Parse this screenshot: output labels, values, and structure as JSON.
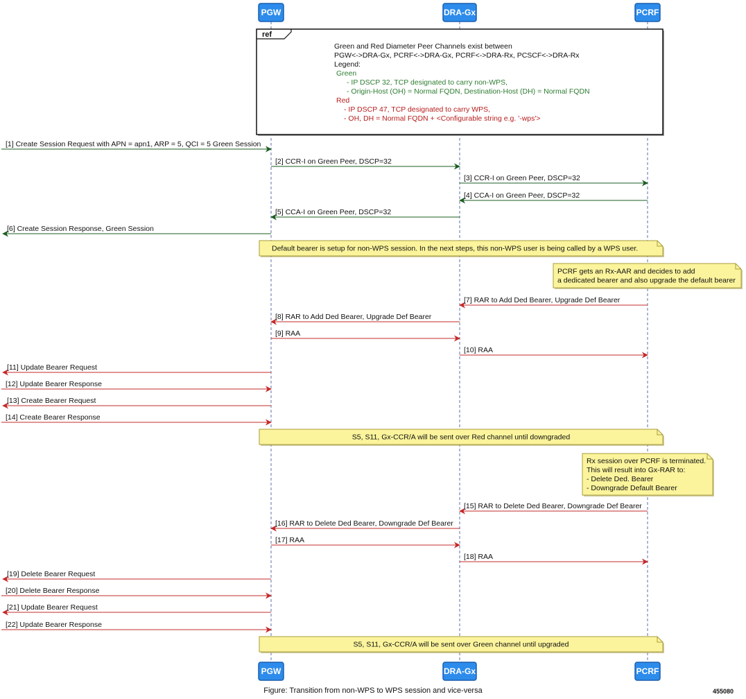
{
  "colors": {
    "green": "#1b5e20",
    "red": "#c62828",
    "lifeline": "#5b6fa8",
    "participant_fill": "#2d8ceb",
    "participant_border": "#1b5fb0",
    "note_fill": "#fbf49c",
    "note_border": "#a89b3c",
    "ref_green_text": "#2e7d32",
    "ref_red_text": "#b71c1c"
  },
  "participants": [
    "PGW",
    "DRA-Gx",
    "PCRF"
  ],
  "ref_box": {
    "tag": "ref",
    "lines": [
      {
        "text": "Green and Red Diameter Peer Channels exist between",
        "color": "black",
        "indent": 0
      },
      {
        "text": "PGW<->DRA-Gx, PCRF<->DRA-Gx, PCRF<->DRA-Rx, PCSCF<->DRA-Rx",
        "color": "black",
        "indent": 0
      },
      {
        "text": "Legend:",
        "color": "black",
        "indent": 0
      },
      {
        "text": "Green",
        "color": "green",
        "indent": 3
      },
      {
        "text": "- IP DSCP 32, TCP designated to carry non-WPS,",
        "color": "green",
        "indent": 18
      },
      {
        "text": "- Origin-Host (OH) = Normal FQDN, Destination-Host (DH) = Normal FQDN",
        "color": "green",
        "indent": 18
      },
      {
        "text": "Red",
        "color": "red",
        "indent": 3
      },
      {
        "text": "- IP DSCP 47, TCP designated to carry WPS,",
        "color": "red",
        "indent": 14
      },
      {
        "text": "- OH, DH = Normal FQDN + <Configurable string e.g. '-wps'>",
        "color": "red",
        "indent": 14
      }
    ]
  },
  "messages": [
    {
      "label": "[1] Create Session Request with APN = apn1, ARP = 5, QCI = 5 Green Session",
      "from": "ext",
      "to": "PGW",
      "color": "green"
    },
    {
      "label": "[2] CCR-I on Green Peer, DSCP=32",
      "from": "PGW",
      "to": "DRA-Gx",
      "color": "green"
    },
    {
      "label": "[3] CCR-I on Green Peer, DSCP=32",
      "from": "DRA-Gx",
      "to": "PCRF",
      "color": "green"
    },
    {
      "label": "[4] CCA-I on Green Peer, DSCP=32",
      "from": "PCRF",
      "to": "DRA-Gx",
      "color": "green"
    },
    {
      "label": "[5] CCA-I on Green Peer, DSCP=32",
      "from": "DRA-Gx",
      "to": "PGW",
      "color": "green"
    },
    {
      "label": "[6] Create Session Response, Green Session",
      "from": "PGW",
      "to": "ext",
      "color": "green"
    },
    {
      "label": "[7] RAR to Add Ded Bearer, Upgrade Def Bearer",
      "from": "PCRF",
      "to": "DRA-Gx",
      "color": "red"
    },
    {
      "label": "[8] RAR to Add Ded Bearer, Upgrade Def Bearer",
      "from": "DRA-Gx",
      "to": "PGW",
      "color": "red"
    },
    {
      "label": "[9] RAA",
      "from": "PGW",
      "to": "DRA-Gx",
      "color": "red"
    },
    {
      "label": "[10] RAA",
      "from": "DRA-Gx",
      "to": "PCRF",
      "color": "red"
    },
    {
      "label": "[11] Update Bearer Request",
      "from": "PGW",
      "to": "ext",
      "color": "red"
    },
    {
      "label": "[12] Update Bearer Response",
      "from": "ext",
      "to": "PGW",
      "color": "red"
    },
    {
      "label": "[13] Create Bearer Request",
      "from": "PGW",
      "to": "ext",
      "color": "red"
    },
    {
      "label": "[14] Create Bearer Response",
      "from": "ext",
      "to": "PGW",
      "color": "red"
    },
    {
      "label": "[15] RAR to Delete Ded Bearer, Downgrade Def Bearer",
      "from": "PCRF",
      "to": "DRA-Gx",
      "color": "red"
    },
    {
      "label": "[16] RAR to Delete Ded Bearer, Downgrade Def Bearer",
      "from": "DRA-Gx",
      "to": "PGW",
      "color": "red"
    },
    {
      "label": "[17] RAA",
      "from": "PGW",
      "to": "DRA-Gx",
      "color": "red"
    },
    {
      "label": "[18] RAA",
      "from": "DRA-Gx",
      "to": "PCRF",
      "color": "red"
    },
    {
      "label": "[19] Delete Bearer Request",
      "from": "PGW",
      "to": "ext",
      "color": "red"
    },
    {
      "label": "[20] Delete Bearer Response",
      "from": "ext",
      "to": "PGW",
      "color": "red"
    },
    {
      "label": "[21] Update Bearer Request",
      "from": "PGW",
      "to": "ext",
      "color": "red"
    },
    {
      "label": "[22] Update Bearer Response",
      "from": "ext",
      "to": "PGW",
      "color": "red"
    }
  ],
  "notes": [
    {
      "lines": [
        "Default bearer is setup for non-WPS session. In the next steps, this non-WPS user is being called by a WPS user."
      ],
      "align": "left"
    },
    {
      "lines": [
        "PCRF gets an Rx-AAR and decides to add",
        "a dedicated bearer and also upgrade the default bearer"
      ],
      "align": "left"
    },
    {
      "lines": [
        "S5, S11, Gx-CCR/A will be sent over Red channel until downgraded"
      ],
      "align": "center"
    },
    {
      "lines": [
        "Rx session over PCRF is terminated.",
        "This will result into Gx-RAR to:",
        "- Delete Ded. Bearer",
        "- Downgrade Default Bearer"
      ],
      "align": "left"
    },
    {
      "lines": [
        "S5, S11, Gx-CCR/A will be sent over Green channel until upgraded"
      ],
      "align": "center"
    }
  ],
  "caption": "Figure: Transition from non-WPS to WPS session and vice-versa",
  "figure_id": "455080"
}
